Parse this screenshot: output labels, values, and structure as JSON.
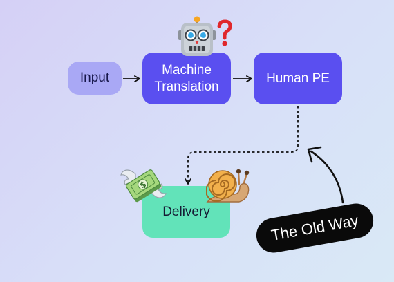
{
  "nodes": {
    "input": "Input",
    "machine_translation": "Machine Translation",
    "human_pe": "Human PE",
    "delivery": "Delivery"
  },
  "callout": {
    "label": "The Old Way"
  },
  "icons": [
    "robot-icon",
    "question-mark-icon",
    "money-with-wings-icon",
    "snail-icon",
    "arrow-icon",
    "dashed-arrow-icon"
  ],
  "colors": {
    "input_fill": "#a9a8f5",
    "process_fill": "#5a4ff0",
    "delivery_fill": "#62e3b9",
    "callout_fill": "#0a0a0a"
  }
}
